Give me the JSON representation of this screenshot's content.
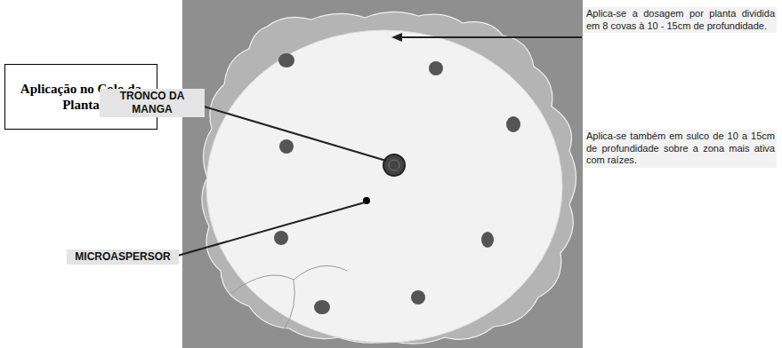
{
  "diagram": {
    "nodes": [
      {
        "text": [
          "Aplicação no Colo da Planta"
        ]
      }
    ],
    "labels": [
      "TRONCO DA MANGA",
      "MICROASPERSOR",
      "Aplica-se a dosagem por planta dividida em 8 covas à 10 - 15cm de profundidade.",
      "Aplica-se também em sulco de 10 a 15cm de profundidade sobre a zona mais ativa com raízes."
    ]
  }
}
